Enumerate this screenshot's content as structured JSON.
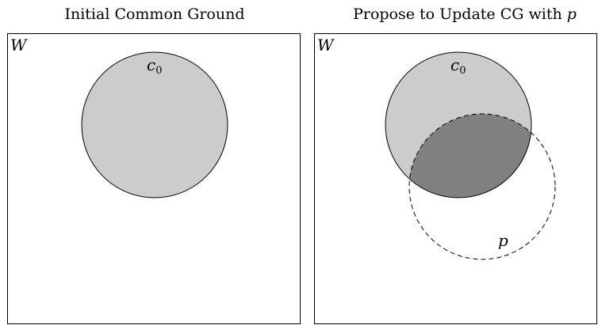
{
  "left_panel": {
    "title": "Initial Common Ground",
    "universe_label": "W",
    "set_label": "c",
    "set_label_subscript": "0"
  },
  "right_panel": {
    "title": "Propose to Update CG with ",
    "title_variable": "p",
    "universe_label": "W",
    "set_label": "c",
    "set_label_subscript": "0",
    "proposition_label": "p"
  },
  "colors": {
    "set_fill": "#cccccc",
    "intersection_fill": "#808080",
    "stroke": "#000000",
    "background": "#ffffff"
  }
}
